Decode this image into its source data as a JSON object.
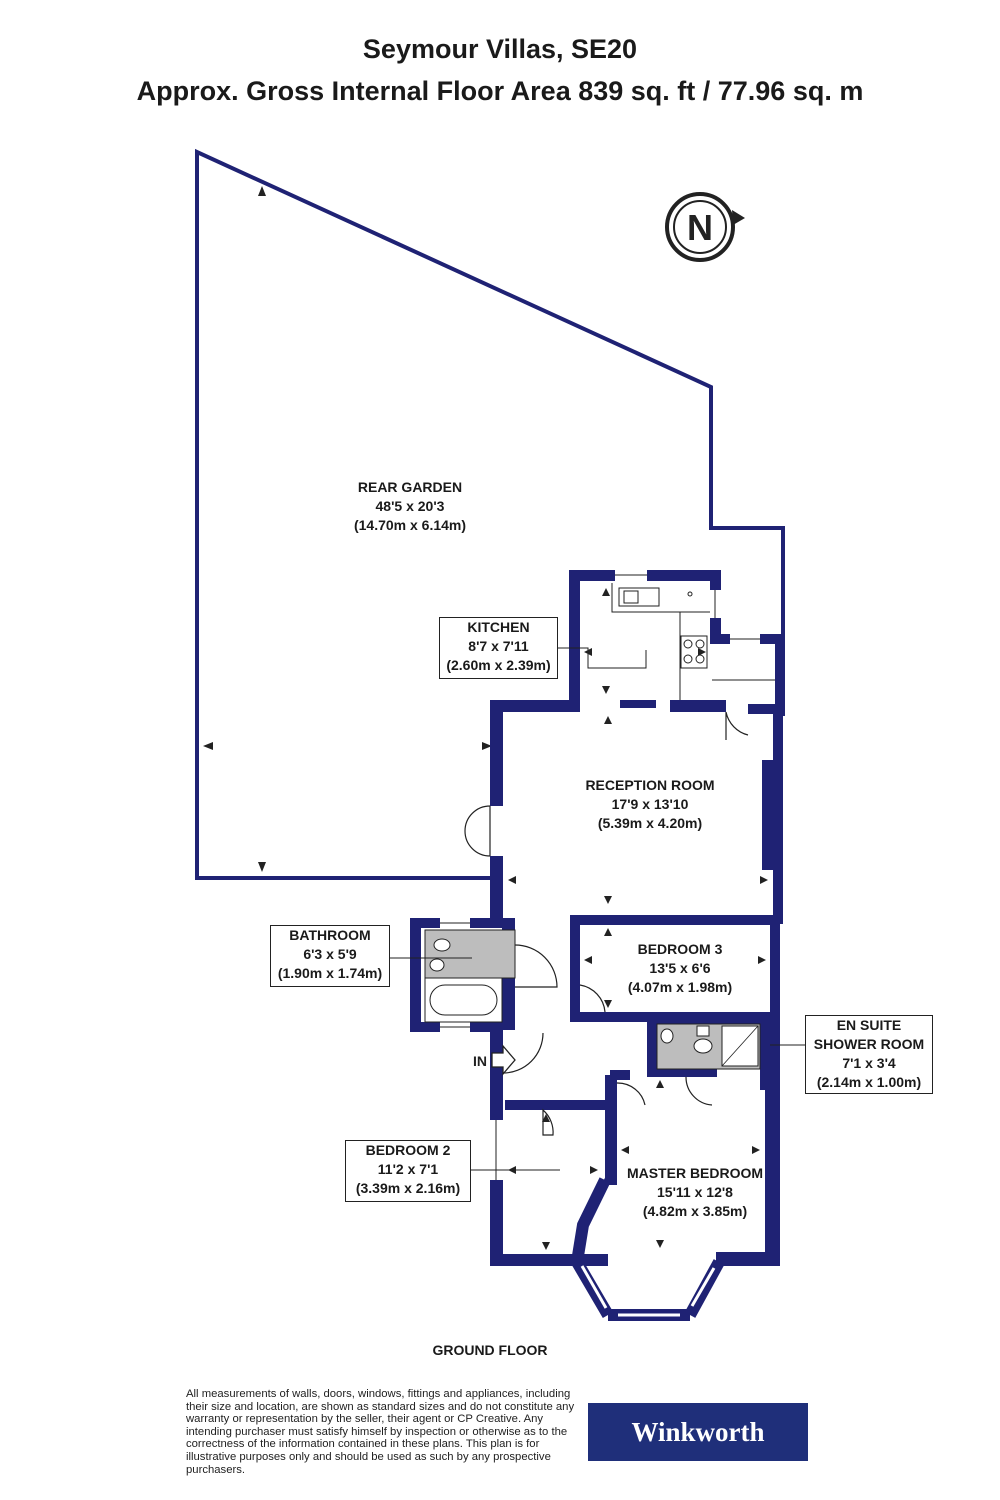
{
  "header": {
    "title": "Seymour Villas, SE20",
    "subtitle": "Approx. Gross Internal Floor Area 839 sq. ft / 77.96 sq. m"
  },
  "compass": {
    "letter": "N"
  },
  "rooms": {
    "rear_garden": {
      "name": "REAR GARDEN",
      "imperial": "48'5 x 20'3",
      "metric": "(14.70m x 6.14m)"
    },
    "kitchen": {
      "name": "KITCHEN",
      "imperial": "8'7 x 7'11",
      "metric": "(2.60m x 2.39m)"
    },
    "reception": {
      "name": "RECEPTION ROOM",
      "imperial": "17'9 x 13'10",
      "metric": "(5.39m x 4.20m)"
    },
    "bathroom": {
      "name": "BATHROOM",
      "imperial": "6'3 x 5'9",
      "metric": "(1.90m x 1.74m)"
    },
    "bedroom3": {
      "name": "BEDROOM 3",
      "imperial": "13'5 x 6'6",
      "metric": "(4.07m x 1.98m)"
    },
    "ensuite": {
      "name1": "EN SUITE",
      "name2": "SHOWER ROOM",
      "imperial": "7'1 x 3'4",
      "metric": "(2.14m x 1.00m)"
    },
    "bedroom2": {
      "name": "BEDROOM 2",
      "imperial": "11'2 x 7'1",
      "metric": "(3.39m x 2.16m)"
    },
    "master": {
      "name": "MASTER BEDROOM",
      "imperial": "15'11 x 12'8",
      "metric": "(4.82m x 3.85m)"
    }
  },
  "entrance_label": "IN",
  "floor_label": "GROUND FLOOR",
  "disclaimer": "All measurements of walls, doors, windows, fittings and appliances, including their size and location, are shown as standard sizes and do not constitute any warranty or representation by the seller, their agent or CP Creative. Any intending purchaser must satisfy himself by inspection or otherwise as to the correctness of the information contained in these plans. This plan is for illustrative purposes only and should be used as such by any prospective purchasers.",
  "logo": "Winkworth",
  "colors": {
    "wall": "#1f2274",
    "logo_bg": "#1f2f7a",
    "text": "#1a1a1a"
  }
}
